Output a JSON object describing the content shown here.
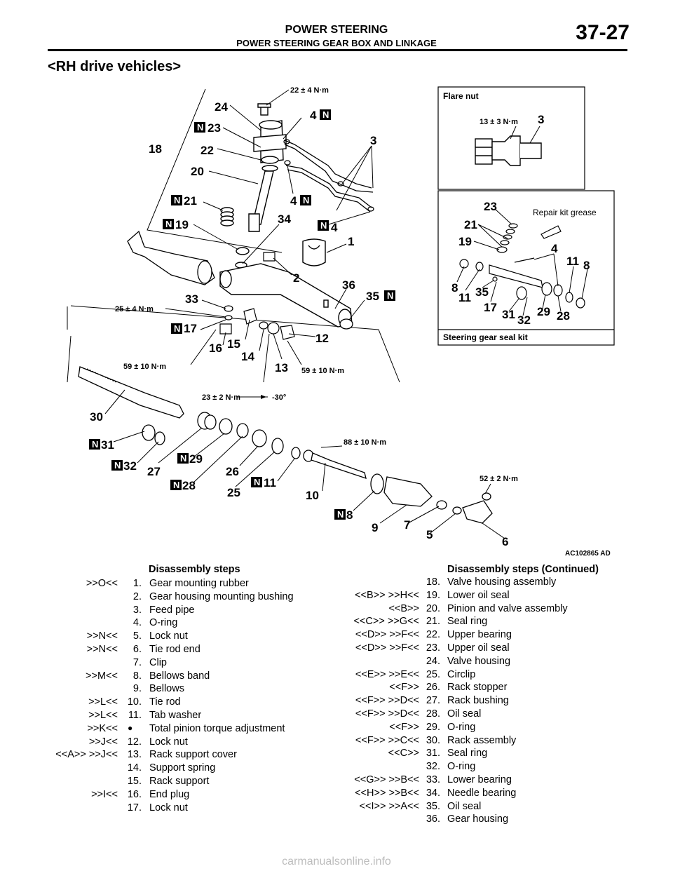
{
  "header": {
    "title": "POWER STEERING",
    "subtitle": "POWER STEERING GEAR BOX AND LINKAGE",
    "page_number": "37-27"
  },
  "section_title": "<RH drive vehicles>",
  "diagram": {
    "figure_id": "AC102865 AD",
    "inset_flare": {
      "title": "Flare nut",
      "torque": "13 ± 3 N·m",
      "callout": "3"
    },
    "inset_kit": {
      "title": "Steering gear seal kit",
      "grease_label": "Repair kit grease",
      "callouts": [
        "23",
        "21",
        "19",
        "4",
        "11",
        "8",
        "8",
        "11",
        "35",
        "17",
        "31",
        "32",
        "29",
        "28"
      ]
    },
    "torques": {
      "t22": "22 ± 4 N·m",
      "t25": "25 ± 4 N·m",
      "t59a": "59 ± 10 N·m",
      "t59b": "59 ± 10 N·m",
      "t23": "23 ± 2 N·m",
      "deg": "-30°",
      "t88": "88 ± 10 N·m",
      "t52": "52 ± 2 N·m"
    },
    "callouts": [
      "24",
      "23",
      "18",
      "22",
      "20",
      "21",
      "19",
      "4",
      "4",
      "4",
      "3",
      "34",
      "1",
      "2",
      "36",
      "35",
      "33",
      "17",
      "16",
      "15",
      "14",
      "13",
      "12",
      "30",
      "31",
      "32",
      "27",
      "29",
      "28",
      "26",
      "25",
      "11",
      "10",
      "8",
      "9",
      "7",
      "5",
      "6"
    ],
    "new_part_mark": "N"
  },
  "steps_left": {
    "heading": "Disassembly steps",
    "rows": [
      {
        "pre": ">>O<<",
        "num": "1.",
        "name": "Gear mounting rubber"
      },
      {
        "pre": "",
        "num": "2.",
        "name": "Gear housing mounting bushing"
      },
      {
        "pre": "",
        "num": "3.",
        "name": "Feed pipe"
      },
      {
        "pre": "",
        "num": "4.",
        "name": "O-ring"
      },
      {
        "pre": ">>N<<",
        "num": "5.",
        "name": "Lock nut"
      },
      {
        "pre": ">>N<<",
        "num": "6.",
        "name": "Tie rod end"
      },
      {
        "pre": "",
        "num": "7.",
        "name": "Clip"
      },
      {
        "pre": ">>M<<",
        "num": "8.",
        "name": "Bellows band"
      },
      {
        "pre": "",
        "num": "9.",
        "name": "Bellows"
      },
      {
        "pre": ">>L<<",
        "num": "10.",
        "name": "Tie rod"
      },
      {
        "pre": ">>L<<",
        "num": "11.",
        "name": "Tab washer"
      },
      {
        "pre": ">>K<<",
        "num": "●",
        "name": "Total pinion torque adjustment"
      },
      {
        "pre": ">>J<<",
        "num": "12.",
        "name": "Lock nut"
      },
      {
        "pre": "<<A>> >>J<<",
        "num": "13.",
        "name": "Rack support cover"
      },
      {
        "pre": "",
        "num": "14.",
        "name": "Support spring"
      },
      {
        "pre": "",
        "num": "15.",
        "name": "Rack support"
      },
      {
        "pre": ">>I<<",
        "num": "16.",
        "name": "End plug"
      },
      {
        "pre": "",
        "num": "17.",
        "name": "Lock nut"
      }
    ]
  },
  "steps_right": {
    "heading": "Disassembly steps (Continued)",
    "rows": [
      {
        "pre": "",
        "num": "18.",
        "name": "Valve housing assembly"
      },
      {
        "pre": "<<B>> >>H<<",
        "num": "19.",
        "name": "Lower oil seal"
      },
      {
        "pre": "<<B>>",
        "num": "20.",
        "name": "Pinion and valve assembly"
      },
      {
        "pre": "<<C>> >>G<<",
        "num": "21.",
        "name": "Seal ring"
      },
      {
        "pre": "<<D>> >>F<<",
        "num": "22.",
        "name": "Upper bearing"
      },
      {
        "pre": "<<D>> >>F<<",
        "num": "23.",
        "name": "Upper oil seal"
      },
      {
        "pre": "",
        "num": "24.",
        "name": "Valve housing"
      },
      {
        "pre": "<<E>> >>E<<",
        "num": "25.",
        "name": "Circlip"
      },
      {
        "pre": "<<F>>",
        "num": "26.",
        "name": "Rack stopper"
      },
      {
        "pre": "<<F>> >>D<<",
        "num": "27.",
        "name": "Rack bushing"
      },
      {
        "pre": "<<F>> >>D<<",
        "num": "28.",
        "name": "Oil seal"
      },
      {
        "pre": "<<F>>",
        "num": "29.",
        "name": "O-ring"
      },
      {
        "pre": "<<F>> >>C<<",
        "num": "30.",
        "name": "Rack assembly"
      },
      {
        "pre": "<<C>>",
        "num": "31.",
        "name": "Seal ring"
      },
      {
        "pre": "",
        "num": "32.",
        "name": "O-ring"
      },
      {
        "pre": "<<G>> >>B<<",
        "num": "33.",
        "name": "Lower bearing"
      },
      {
        "pre": "<<H>> >>B<<",
        "num": "34.",
        "name": "Needle bearing"
      },
      {
        "pre": "<<I>> >>A<<",
        "num": "35.",
        "name": "Oil seal"
      },
      {
        "pre": "",
        "num": "36.",
        "name": "Gear housing"
      }
    ]
  },
  "watermark": "carmanualsonline.info"
}
